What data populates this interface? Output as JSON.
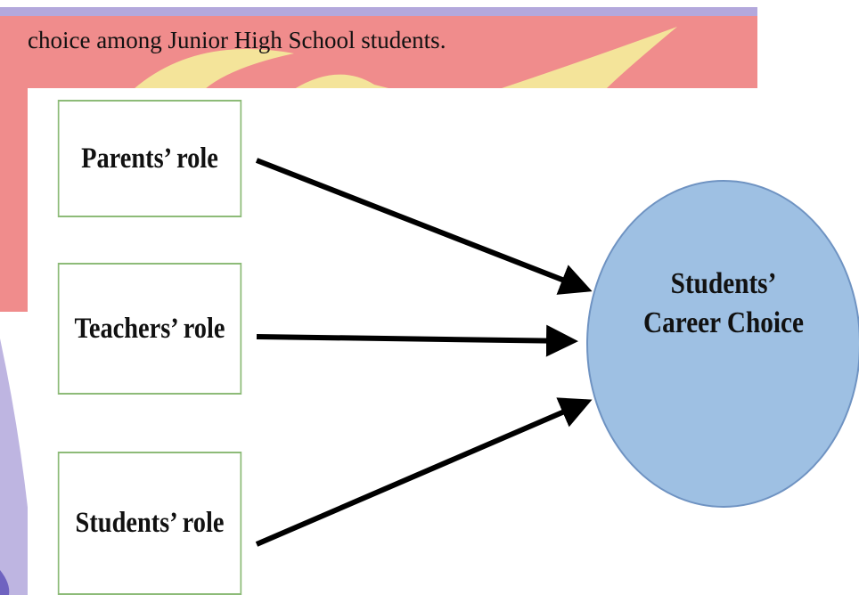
{
  "caption": "choice among Junior High School students.",
  "diagram": {
    "inputs": [
      {
        "label": "Parents’ role"
      },
      {
        "label": "Teachers’ role"
      },
      {
        "label": "Students’ role"
      }
    ],
    "outcome": {
      "line1": "Students’",
      "line2": "Career Choice"
    }
  },
  "colors": {
    "watermark_red": "#f08c8c",
    "watermark_yellow": "#f4e49a",
    "watermark_blue_ring": "#b3a8dc",
    "box_border": "#8dbb78",
    "circle_fill": "#9ec0e3",
    "circle_stroke": "#6f93c2",
    "arrow": "#000000"
  },
  "icons": [
    "university-seal-watermark"
  ]
}
